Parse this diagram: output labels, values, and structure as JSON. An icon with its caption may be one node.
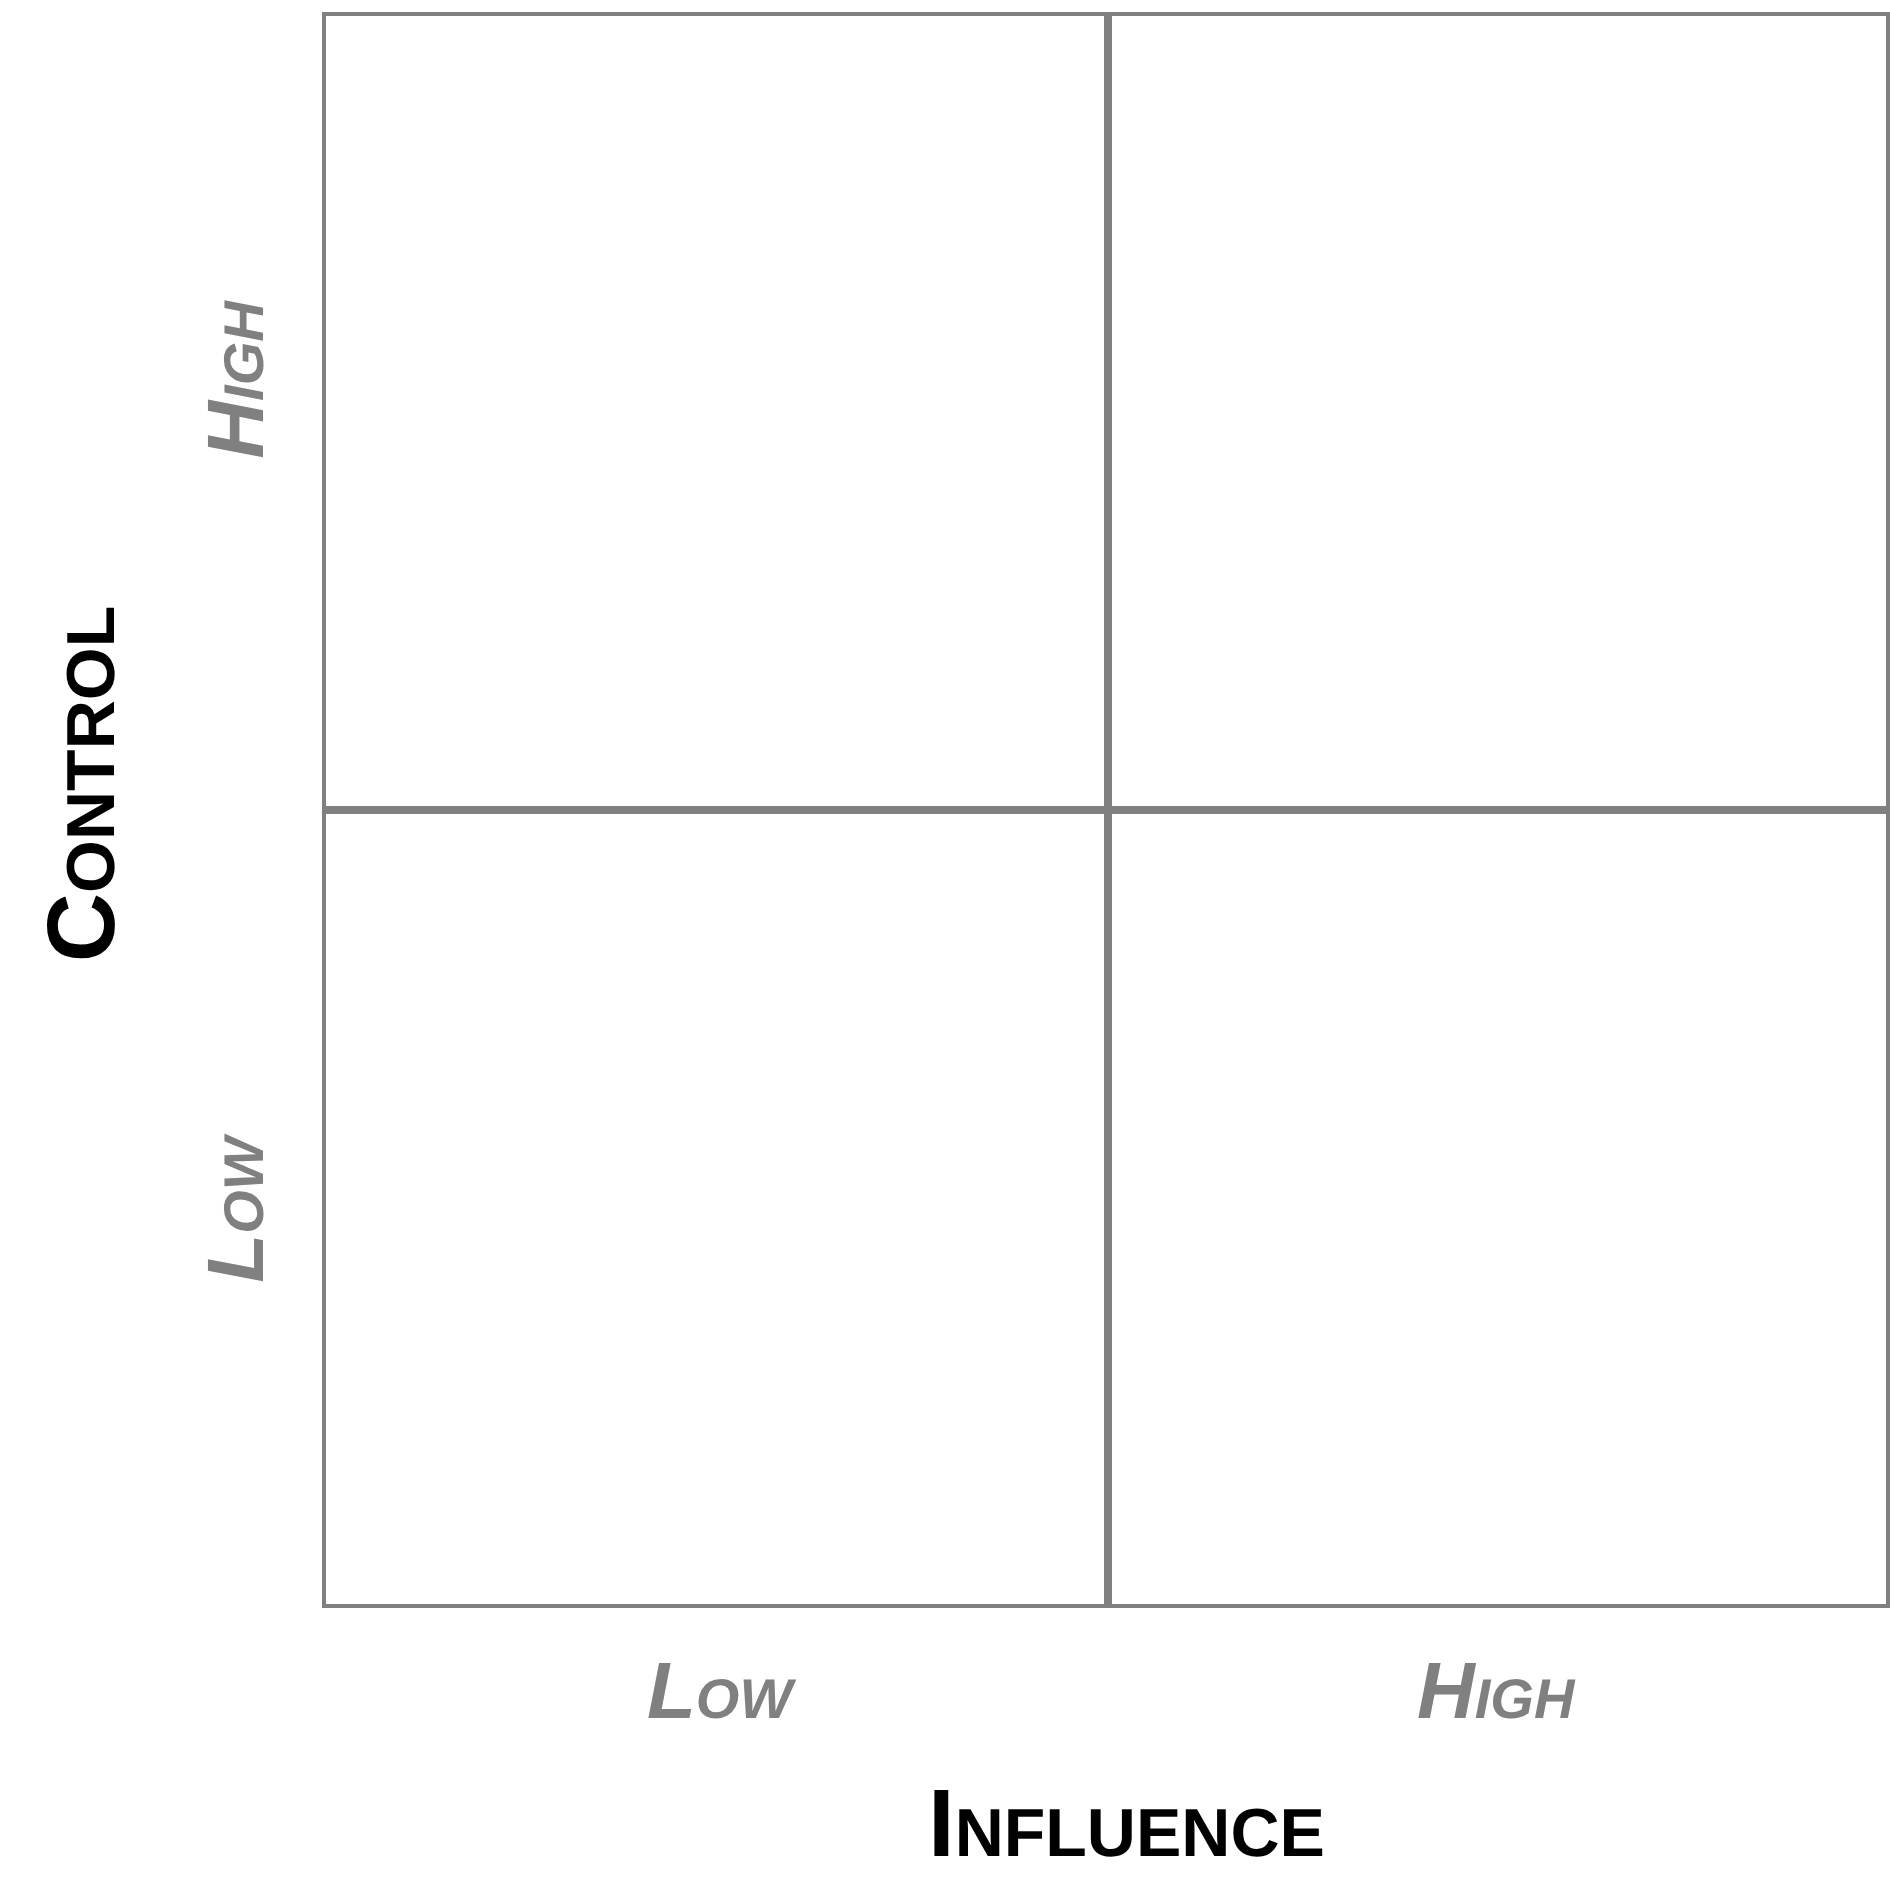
{
  "diagram": {
    "labels": [
      "High",
      "Control",
      "Low",
      "Low",
      "High",
      "Influence"
    ]
  }
}
